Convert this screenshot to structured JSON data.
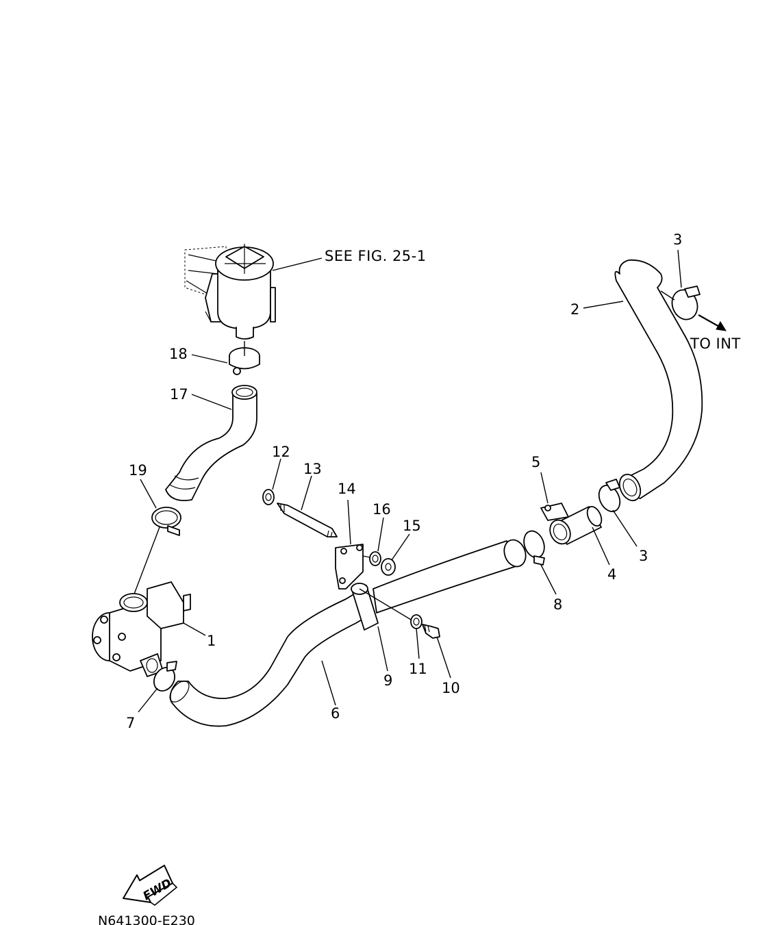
{
  "diagram": {
    "callouts": {
      "c1": "1",
      "c2": "2",
      "c3a": "3",
      "c3b": "3",
      "c4": "4",
      "c5": "5",
      "c6": "6",
      "c7": "7",
      "c8": "8",
      "c9": "9",
      "c10": "10",
      "c11": "11",
      "c12": "12",
      "c13": "13",
      "c14": "14",
      "c15": "15",
      "c16": "16",
      "c17": "17",
      "c18": "18",
      "c19": "19"
    },
    "reference_note": "SEE FIG. 25-1",
    "direction_note": "TO INT",
    "fwd_label": "FWD",
    "drawing_code": "N641300-E230"
  }
}
